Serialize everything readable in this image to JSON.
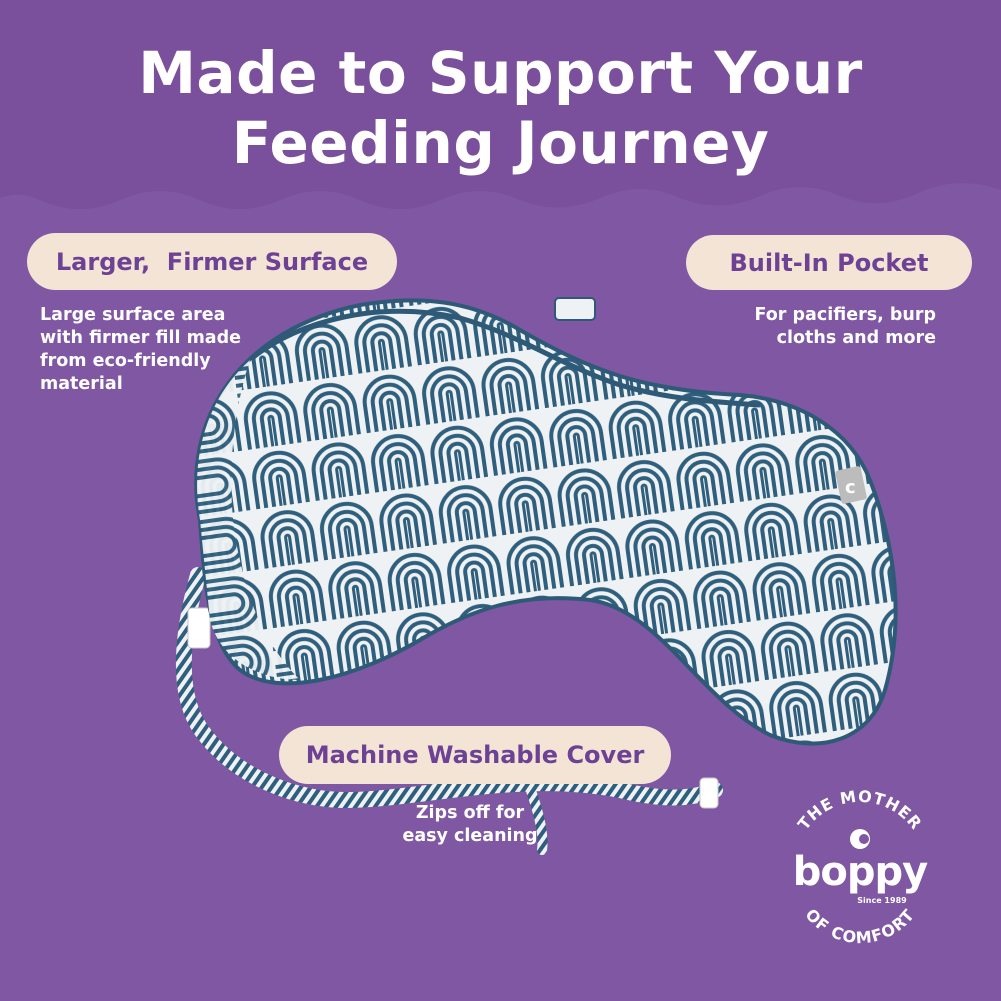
{
  "headline": {
    "line1": "Made to Support Your",
    "line2": "Feeding Journey"
  },
  "features": {
    "firmer": {
      "title": "Larger,  Firmer Surface",
      "lines": [
        "Large surface area",
        "with firmer fill made",
        "from eco-friendly",
        "material"
      ]
    },
    "pocket": {
      "title": "Built-In Pocket",
      "lines": [
        "For pacifiers, burp",
        "cloths and more"
      ]
    },
    "washable": {
      "title": "Machine Washable Cover",
      "lines": [
        "Zips off for",
        "easy cleaning"
      ]
    }
  },
  "badge": {
    "top_arc": "THE MOTHER",
    "brand": "boppy",
    "since": "Since 1989",
    "bottom_arc": "OF COMFORT"
  },
  "pillow": {
    "tag_letter": "c"
  },
  "colors": {
    "background": "#7f57a2",
    "top_band": "#7a4f9c",
    "pill": "#f3e4d6",
    "pill_text": "#6d4294",
    "pillow_base": "#eef2f4",
    "pillow_pattern": "#2f5f7c",
    "piping": "#2e5a78"
  }
}
